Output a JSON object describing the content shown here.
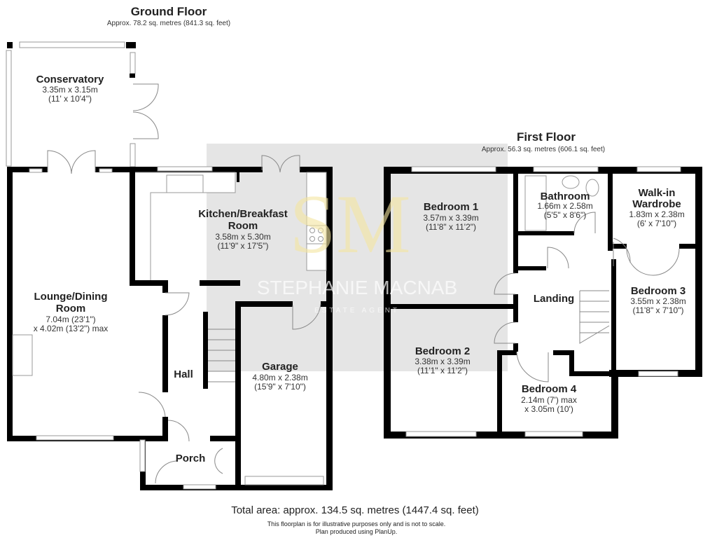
{
  "ground_floor": {
    "title": "Ground Floor",
    "area": "Approx. 78.2 sq. metres (841.3 sq. feet)",
    "rooms": {
      "conservatory": {
        "name": "Conservatory",
        "dim1": "3.35m x 3.15m",
        "dim2": "(11' x 10'4\")"
      },
      "kitchen": {
        "name1": "Kitchen/Breakfast",
        "name2": "Room",
        "dim1": "3.58m x 5.30m",
        "dim2": "(11'9\" x 17'5\")"
      },
      "lounge": {
        "name1": "Lounge/Dining",
        "name2": "Room",
        "dim1": "7.04m (23'1\")",
        "dim2": "x 4.02m (13'2\") max"
      },
      "hall": {
        "name": "Hall"
      },
      "garage": {
        "name": "Garage",
        "dim1": "4.80m x 2.38m",
        "dim2": "(15'9\" x 7'10\")"
      },
      "porch": {
        "name": "Porch"
      }
    }
  },
  "first_floor": {
    "title": "First Floor",
    "area": "Approx. 56.3 sq. metres (606.1 sq. feet)",
    "rooms": {
      "bedroom1": {
        "name": "Bedroom 1",
        "dim1": "3.57m x 3.39m",
        "dim2": "(11'8\" x 11'2\")"
      },
      "bathroom": {
        "name": "Bathroom",
        "dim1": "1.66m x 2.58m",
        "dim2": "(5'5\" x 8'6\")"
      },
      "wardrobe": {
        "name1": "Walk-in",
        "name2": "Wardrobe",
        "dim1": "1.83m x 2.38m",
        "dim2": "(6' x 7'10\")"
      },
      "landing": {
        "name": "Landing"
      },
      "bedroom3": {
        "name": "Bedroom 3",
        "dim1": "3.55m x 2.38m",
        "dim2": "(11'8\" x 7'10\")"
      },
      "bedroom2": {
        "name": "Bedroom 2",
        "dim1": "3.38m x 3.39m",
        "dim2": "(11'1\" x 11'2\")"
      },
      "bedroom4": {
        "name": "Bedroom 4",
        "dim1": "2.14m (7') max",
        "dim2": "x 3.05m (10')"
      }
    }
  },
  "watermark": {
    "monogram": "SM",
    "company": "STEPHANIE MACNAB",
    "tagline": "ESTATE AGENT"
  },
  "footer": {
    "total": "Total area: approx. 134.5 sq. metres (1447.4 sq. feet)",
    "disclaimer": "This floorplan is for illustrative purposes only and is not to scale.",
    "credit": "Plan produced using PlanUp."
  },
  "colors": {
    "wall": "#000000",
    "watermark_bg": "#d9d9d9",
    "watermark_logo": "#f5e6a0"
  }
}
